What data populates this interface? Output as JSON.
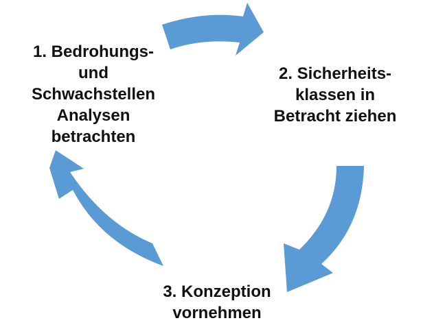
{
  "colors": {
    "arrow": "#5b9bd5",
    "text": "#111111",
    "background": "#ffffff"
  },
  "steps": [
    {
      "lines": [
        "1. Bedrohungs-",
        "und",
        "Schwachstellen",
        "Analysen",
        "betrachten"
      ]
    },
    {
      "lines": [
        "2. Sicherheits-",
        "klassen in",
        "Betracht ziehen"
      ]
    },
    {
      "lines": [
        "3. Konzeption",
        "vornehmen"
      ]
    }
  ]
}
